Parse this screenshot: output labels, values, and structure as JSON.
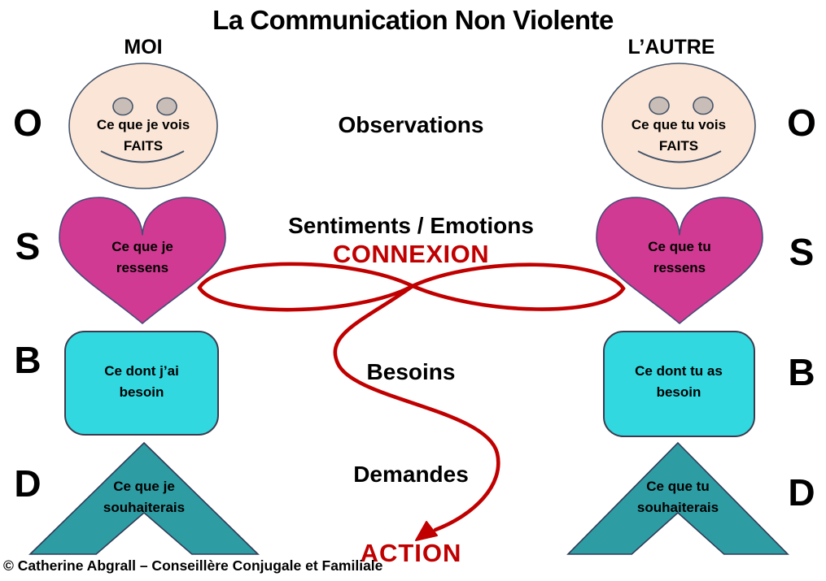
{
  "colors": {
    "red": "#c00000",
    "heart": "#d13a92",
    "need": "#31d8e0",
    "wish": "#2d9ca3",
    "face": "#fbe5d6",
    "eye": "#c8beb7",
    "outline": "#44546a",
    "text": "#000000"
  },
  "title": "La Communication Non Violente",
  "left": {
    "header": "MOI",
    "letters": [
      "O",
      "S",
      "B",
      "D"
    ],
    "face": {
      "line1": "Ce que je vois",
      "line2": "FAITS"
    },
    "heart": {
      "line1": "Ce que je",
      "line2": "ressens"
    },
    "need": {
      "line1": "Ce dont j’ai",
      "line2": "besoin"
    },
    "wish": {
      "line1": "Ce que je",
      "line2": "souhaiterais"
    }
  },
  "right": {
    "header": "L’AUTRE",
    "letters": [
      "O",
      "S",
      "B",
      "D"
    ],
    "face": {
      "line1": "Ce que tu vois",
      "line2": "FAITS"
    },
    "heart": {
      "line1": "Ce que tu",
      "line2": "ressens"
    },
    "need": {
      "line1": "Ce dont tu as",
      "line2": "besoin"
    },
    "wish": {
      "line1": "Ce que tu",
      "line2": "souhaiterais"
    }
  },
  "center": {
    "observations": "Observations",
    "sentiments": "Sentiments / Emotions",
    "connexion": "CONNEXION",
    "besoins": "Besoins",
    "demandes": "Demandes",
    "action": "ACTION"
  },
  "footer": "© Catherine Abgrall – Conseillère Conjugale et Familiale"
}
